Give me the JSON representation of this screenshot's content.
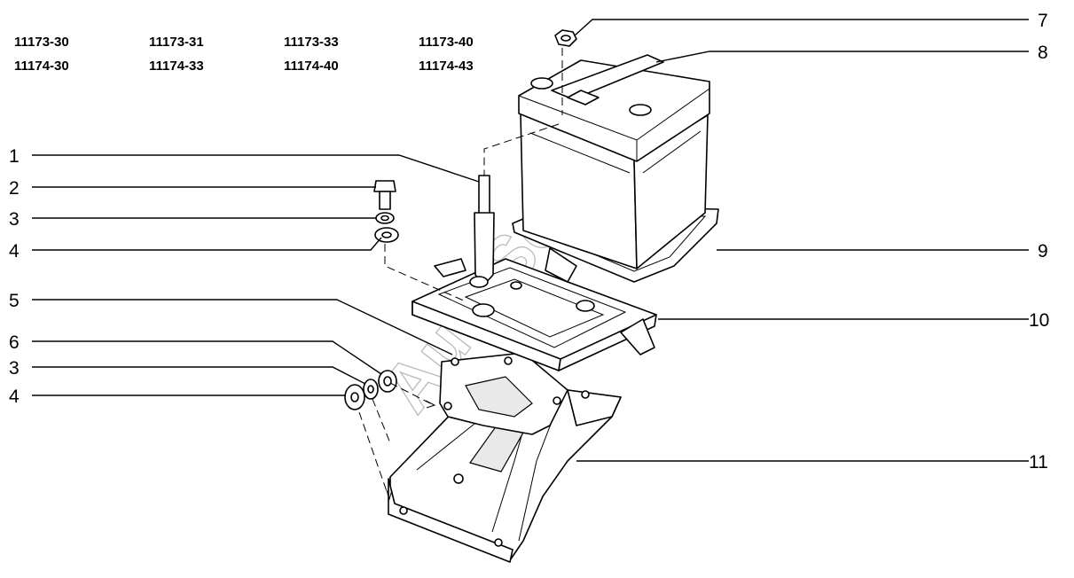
{
  "models": {
    "row1": [
      "11173-30",
      "11173-31",
      "11173-33",
      "11173-40"
    ],
    "row2": [
      "11174-30",
      "11174-33",
      "11174-40",
      "11174-43"
    ]
  },
  "callouts": {
    "c1": "1",
    "c2": "2",
    "c3a": "3",
    "c4a": "4",
    "c5": "5",
    "c6": "6",
    "c3b": "3",
    "c4b": "4",
    "c7": "7",
    "c8": "8",
    "c9": "9",
    "c10": "10",
    "c11": "11"
  },
  "watermark": "AutoSoft"
}
